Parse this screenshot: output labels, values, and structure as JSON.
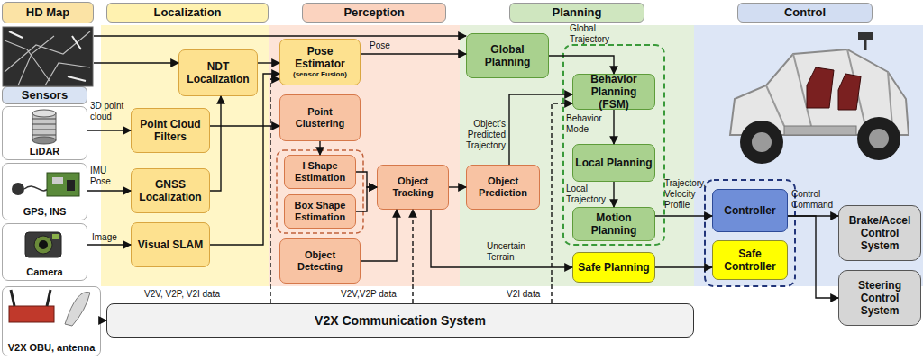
{
  "diagram": {
    "nodes": [
      {
        "text": [
          "HD Map"
        ]
      },
      {
        "text": [
          "Localization"
        ]
      },
      {
        "text": [
          "Perception"
        ]
      },
      {
        "text": [
          "Planning"
        ]
      },
      {
        "text": [
          "Control"
        ]
      },
      {
        "text": [
          "Sensors"
        ]
      },
      {
        "text": [
          "LiDAR"
        ]
      },
      {
        "text": [
          "GPS, INS"
        ]
      },
      {
        "text": [
          "Camera"
        ]
      },
      {
        "text": [
          "V2X OBU, antenna"
        ]
      },
      {
        "text": [
          "NDT Localization"
        ]
      },
      {
        "text": [
          "Point Cloud Filters"
        ]
      },
      {
        "text": [
          "GNSS Localization"
        ]
      },
      {
        "text": [
          "Visual SLAM"
        ]
      },
      {
        "text": [
          "Pose Estimator",
          "(sensor Fusion)"
        ]
      },
      {
        "text": [
          "Point Clustering"
        ]
      },
      {
        "text": [
          "I Shape Estimation"
        ]
      },
      {
        "text": [
          "Box Shape Estimation"
        ]
      },
      {
        "text": [
          "Object Detecting"
        ]
      },
      {
        "text": [
          "Object Tracking"
        ]
      },
      {
        "text": [
          "Object Prediction"
        ]
      },
      {
        "text": [
          "Global Planning"
        ]
      },
      {
        "text": [
          "Behavior Planning (FSM)"
        ]
      },
      {
        "text": [
          "Local Planning"
        ]
      },
      {
        "text": [
          "Motion Planning"
        ]
      },
      {
        "text": [
          "Safe Planning"
        ]
      },
      {
        "text": [
          "Controller"
        ]
      },
      {
        "text": [
          "Safe Controller"
        ]
      },
      {
        "text": [
          "Brake/Accel Control System"
        ]
      },
      {
        "text": [
          "Steering Control System"
        ]
      },
      {
        "text": [
          "V2X Communication System"
        ]
      }
    ],
    "edges": [
      {
        "from": 0,
        "to": 10,
        "arrow": "to"
      },
      {
        "from": 0,
        "to": 21,
        "arrow": "to"
      },
      {
        "from": 6,
        "to": 11,
        "label": "3D point cloud",
        "arrow": "to"
      },
      {
        "from": 7,
        "to": 12,
        "label": "IMU Pose",
        "arrow": "to"
      },
      {
        "from": 8,
        "to": 13,
        "label": "Image",
        "arrow": "to"
      },
      {
        "from": 11,
        "to": 15,
        "arrow": "to"
      },
      {
        "from": 12,
        "to": 10,
        "arrow": "to"
      },
      {
        "from": 13,
        "to": 14,
        "arrow": "to"
      },
      {
        "from": 10,
        "to": 14,
        "arrow": "to"
      },
      {
        "from": 14,
        "to": 21,
        "label": "Pose",
        "arrow": "to"
      },
      {
        "from": 21,
        "to": 22,
        "label": "Global Trajectory",
        "arrow": "to"
      },
      {
        "from": 15,
        "to": 16,
        "arrow": "to"
      },
      {
        "from": 16,
        "to": 19,
        "arrow": "to"
      },
      {
        "from": 17,
        "to": 19,
        "arrow": "to"
      },
      {
        "from": 18,
        "to": 19,
        "arrow": "to"
      },
      {
        "from": 19,
        "to": 20,
        "arrow": "to"
      },
      {
        "from": 20,
        "to": 22,
        "label": "Object's Predicted Trajectory",
        "arrow": "to"
      },
      {
        "from": 22,
        "to": 23,
        "label": "Behavior Mode",
        "arrow": "to"
      },
      {
        "from": 23,
        "to": 24,
        "label": "Local Trajectory",
        "arrow": "to"
      },
      {
        "from": 24,
        "to": 26,
        "label": "Trajectory, Velocity Profile",
        "arrow": "to"
      },
      {
        "from": 25,
        "to": 27,
        "arrow": "to"
      },
      {
        "from": 19,
        "to": 25,
        "label": "Uncertain Terrain",
        "arrow": "to"
      },
      {
        "from": 26,
        "to": 28,
        "label": "Control Command",
        "arrow": "to"
      },
      {
        "from": 26,
        "to": 29,
        "arrow": "to"
      },
      {
        "from": 9,
        "to": 30,
        "arrow": "to"
      },
      {
        "from": 30,
        "to": 14,
        "label": "V2V, V2P, V2I data",
        "arrow": "to"
      },
      {
        "from": 30,
        "to": 19,
        "label": "V2V,V2P data",
        "arrow": "to"
      },
      {
        "from": 30,
        "to": 22,
        "label": "V2I data",
        "arrow": "to"
      }
    ]
  }
}
